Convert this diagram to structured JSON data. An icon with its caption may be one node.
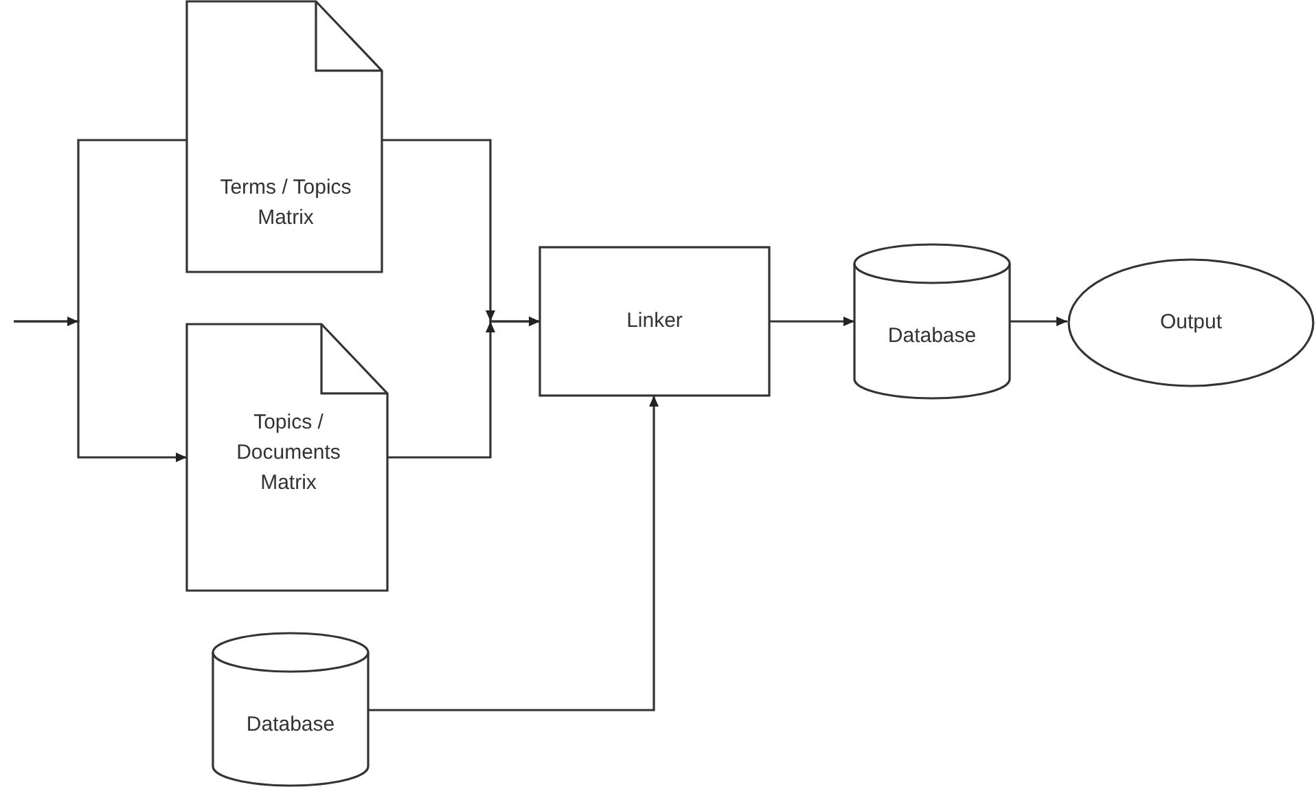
{
  "diagram": {
    "nodes": [
      {
        "text": [
          "Terms / Topics Matrix"
        ]
      },
      {
        "text": [
          "Topics / Documents Matrix"
        ]
      },
      {
        "text": [
          "Linker"
        ]
      },
      {
        "text": [
          "Database"
        ]
      },
      {
        "text": [
          "Output"
        ]
      },
      {
        "text": [
          "Database"
        ]
      }
    ],
    "edges": [
      {
        "from": null,
        "to": 0,
        "arrow": "none"
      },
      {
        "from": null,
        "to": 1,
        "arrow": "to"
      },
      {
        "from": 0,
        "to": 2,
        "arrow": "to"
      },
      {
        "from": 1,
        "to": 2,
        "arrow": "to"
      },
      {
        "from": 2,
        "to": 3,
        "arrow": "to"
      },
      {
        "from": 3,
        "to": 4,
        "arrow": "to"
      },
      {
        "from": 5,
        "to": 2,
        "arrow": "to"
      }
    ]
  }
}
